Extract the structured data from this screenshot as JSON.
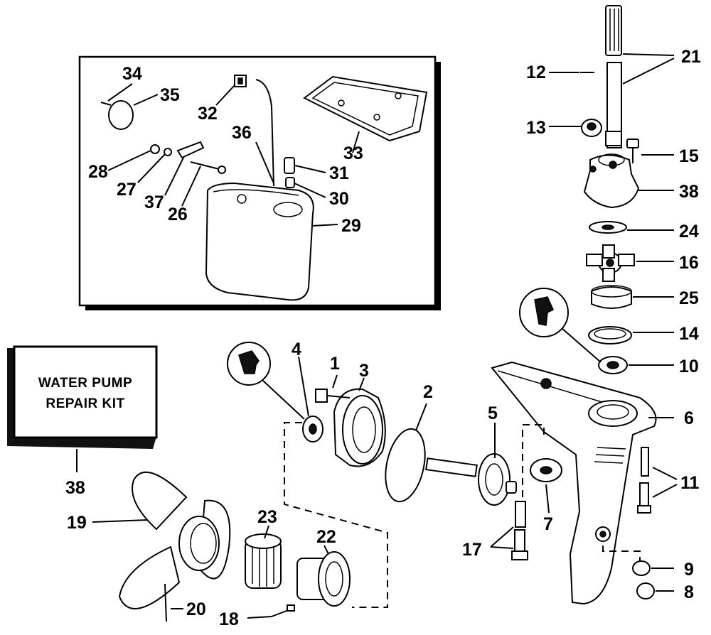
{
  "kit_box": {
    "line1": "WATER PUMP",
    "line2": "REPAIR KIT"
  },
  "labels": {
    "p1": "1",
    "p2": "2",
    "p3": "3",
    "p4": "4",
    "p5": "5",
    "p6": "6",
    "p7": "7",
    "p8": "8",
    "p9": "9",
    "p10": "10",
    "p11": "11",
    "p12": "12",
    "p13": "13",
    "p14": "14",
    "p15": "15",
    "p16": "16",
    "p17": "17",
    "p18": "18",
    "p19": "19",
    "p20": "20",
    "p21": "21",
    "p22": "22",
    "p23": "23",
    "p24": "24",
    "p25": "25",
    "p26": "26",
    "p27": "27",
    "p28": "28",
    "p29": "29",
    "p30": "30",
    "p31": "31",
    "p32": "32",
    "p33": "33",
    "p34": "34",
    "p35": "35",
    "p36": "36",
    "p37": "37",
    "p38a": "38",
    "p38b": "38"
  }
}
